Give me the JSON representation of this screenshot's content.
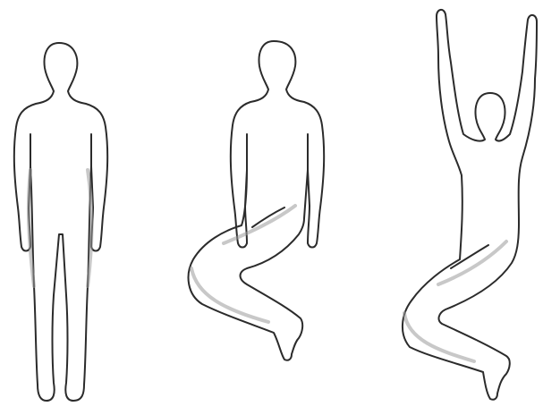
{
  "figures": [
    {
      "pose": "standing",
      "icon": "standing-figure-icon"
    },
    {
      "pose": "bent-knees",
      "icon": "bent-knee-figure-icon"
    },
    {
      "pose": "arms-raised-bent-knees",
      "icon": "arms-raised-figure-icon"
    }
  ],
  "colors": {
    "background": "#ffffff",
    "outline": "#2b2b2b",
    "shade": "#9a9a9a"
  }
}
